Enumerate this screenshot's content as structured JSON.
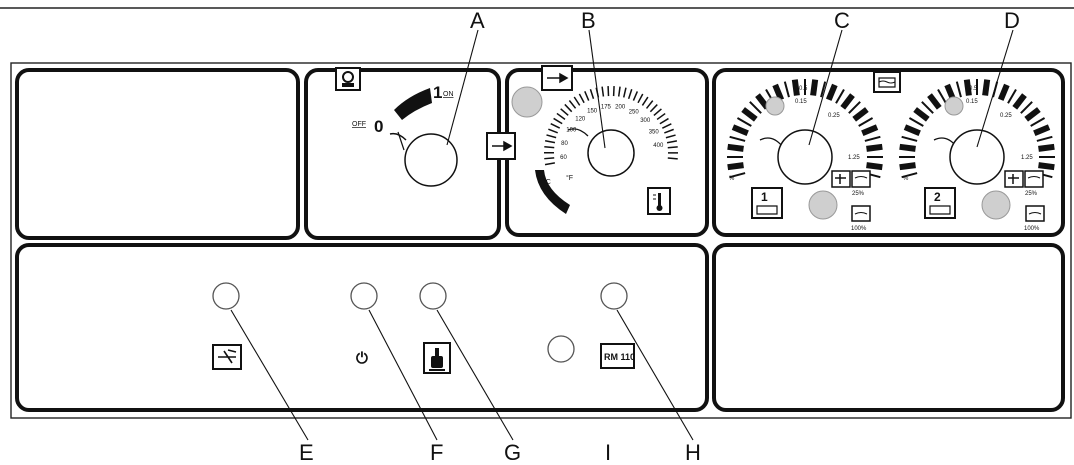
{
  "callouts": {
    "A": "A",
    "B": "B",
    "C": "C",
    "D": "D",
    "E": "E",
    "F": "F",
    "G": "G",
    "I": "I",
    "H": "H"
  },
  "switch": {
    "on_digit": "1",
    "on_label": "ON",
    "off_label": "OFF",
    "off_digit": "0"
  },
  "temp_gauge": {
    "celsius_unit": "°C",
    "fahrenheit_unit": "°F",
    "ticks": [
      "60",
      "80",
      "100",
      "120",
      "150",
      "175",
      "200",
      "250",
      "300",
      "350",
      "400"
    ],
    "icon": "thermometer-icon"
  },
  "gauge_c": {
    "unit": "%",
    "ticks": [
      "0.5",
      "0.15",
      "0.25",
      "1.25"
    ],
    "button_number": "1",
    "percent_25": "25%",
    "percent_100": "100%"
  },
  "gauge_d": {
    "unit": "%",
    "ticks": [
      "0.5",
      "0.15",
      "0.25",
      "1.25"
    ],
    "button_number": "2",
    "percent_25": "25%",
    "percent_100": "100%"
  },
  "lower_panel": {
    "power_symbol": "⏻",
    "rm_label": "RM 110"
  },
  "icons": {
    "start_switch": "start-icon",
    "arrow": "arrow-right-icon",
    "stop": "stop-hand-icon",
    "hydraulic": "hydraulic-icon",
    "tank": "tank-icon"
  }
}
